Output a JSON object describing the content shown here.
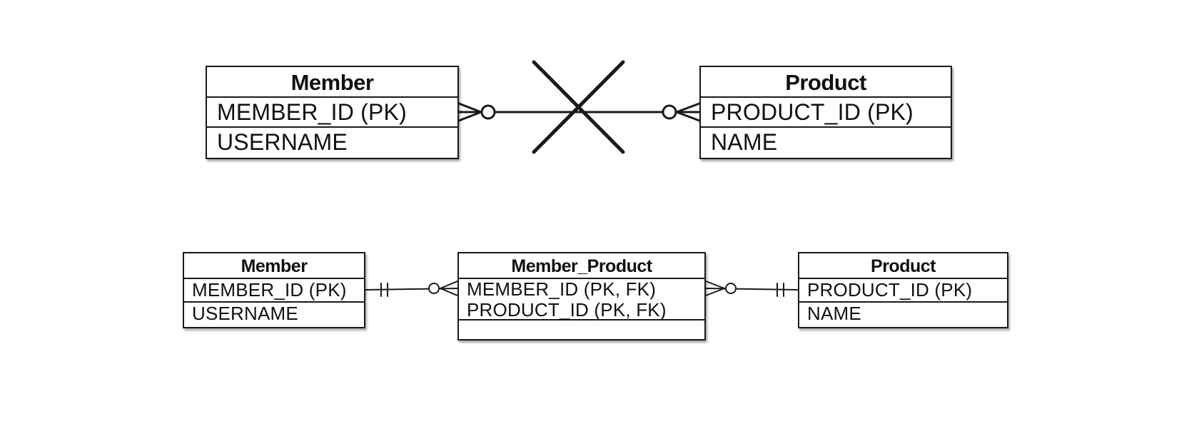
{
  "top_diagram": {
    "left_entity": {
      "title": "Member",
      "attributes": [
        "MEMBER_ID (PK)",
        "USERNAME"
      ]
    },
    "right_entity": {
      "title": "Product",
      "attributes": [
        "PRODUCT_ID (PK)",
        "NAME"
      ]
    },
    "relationship": {
      "left_end": "zero-or-many",
      "right_end": "zero-or-many",
      "crossed_out": true
    }
  },
  "bottom_diagram": {
    "left_entity": {
      "title": "Member",
      "attributes": [
        "MEMBER_ID (PK)",
        "USERNAME"
      ]
    },
    "middle_entity": {
      "title": "Member_Product",
      "attributes": [
        "MEMBER_ID (PK, FK)",
        "PRODUCT_ID (PK, FK)"
      ]
    },
    "right_entity": {
      "title": "Product",
      "attributes": [
        "PRODUCT_ID (PK)",
        "NAME"
      ]
    },
    "relationships": [
      {
        "from": "Member",
        "from_end": "exactly-one",
        "to": "Member_Product",
        "to_end": "zero-or-many"
      },
      {
        "from": "Member_Product",
        "from_end": "zero-or-many",
        "to": "Product",
        "to_end": "exactly-one"
      }
    ]
  },
  "colors": {
    "line": "#1a1a1a",
    "background": "#ffffff"
  }
}
